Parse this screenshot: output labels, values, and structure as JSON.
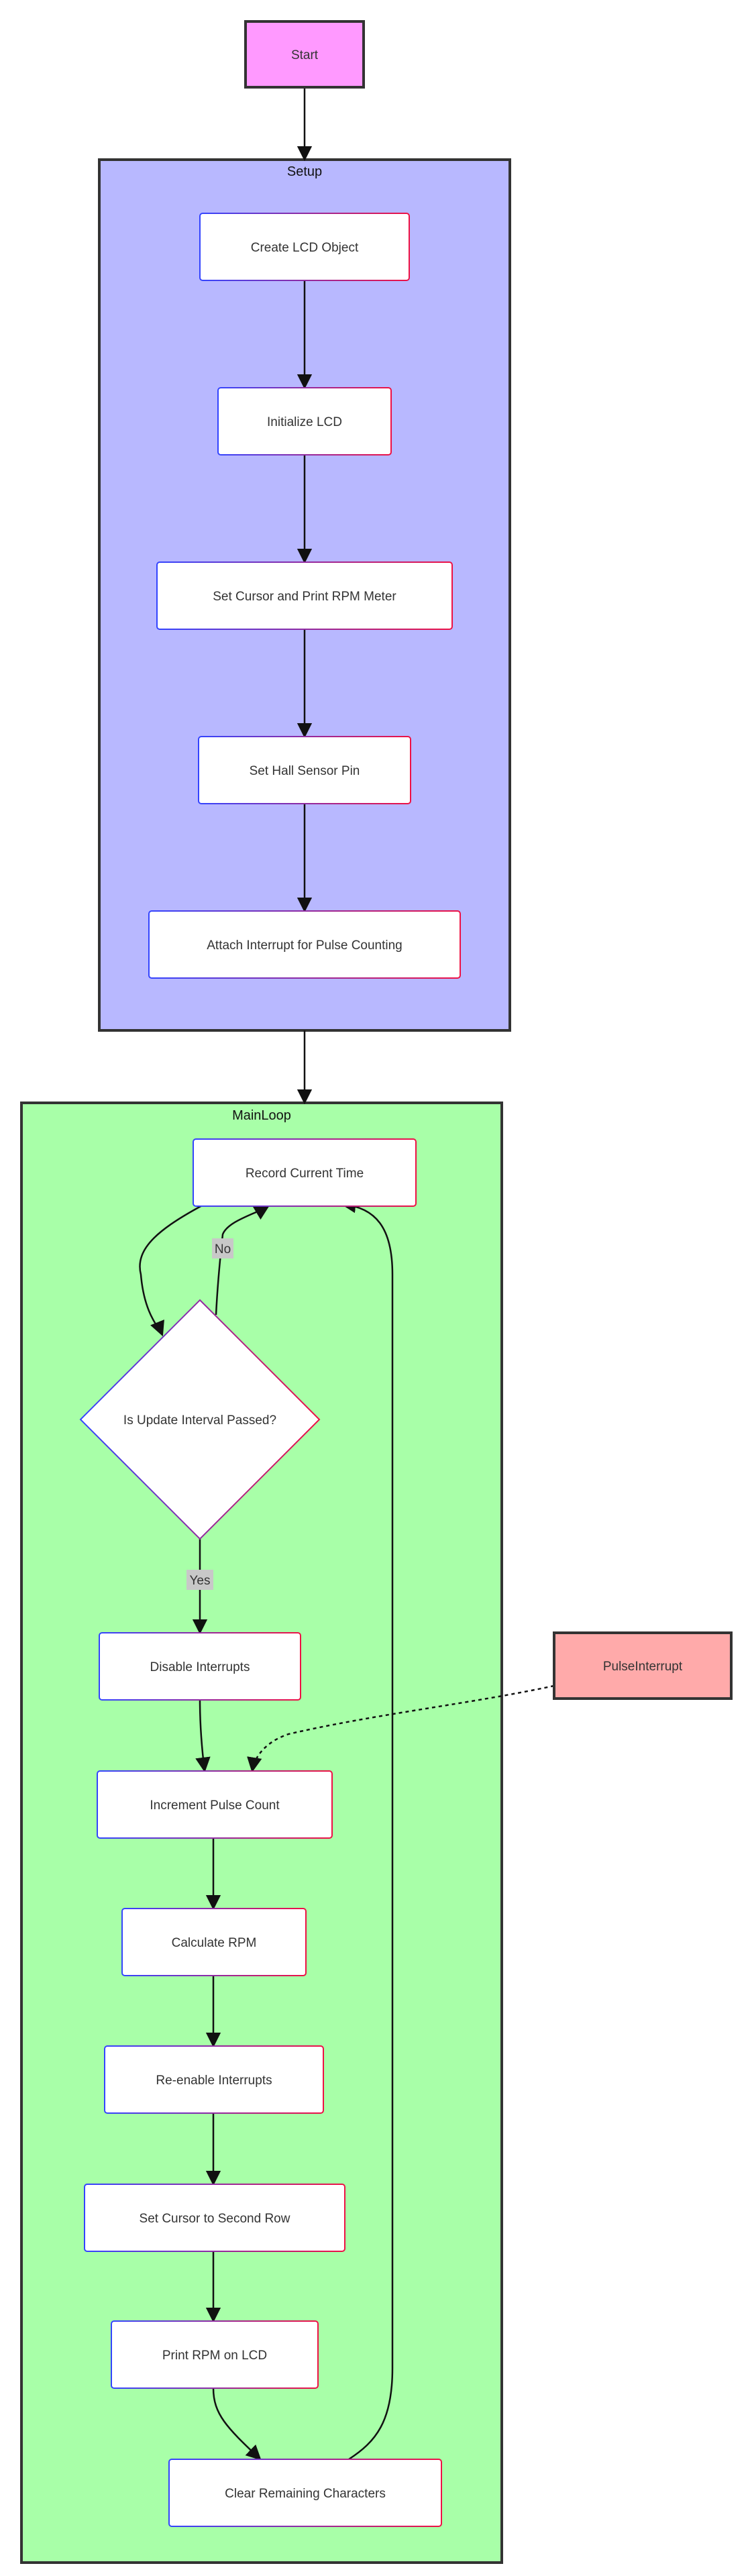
{
  "colors": {
    "start_fill": "#ff99ff",
    "setup_fill": "#b8b8ff",
    "mainloop_fill": "#a8ffa8",
    "pulse_fill": "#ffaaaa",
    "node_fill": "#ffffff",
    "node_stroke_a": "#3344ff",
    "node_stroke_b": "#ee1144",
    "edge_color": "#111111",
    "edge_label_bg": "#c8c8c8"
  },
  "nodes": {
    "start": "Start",
    "pulse_interrupt": "PulseInterrupt",
    "create_lcd": "Create LCD Object",
    "init_lcd": "Initialize LCD",
    "set_cursor_print": "Set Cursor and Print RPM Meter",
    "set_hall_pin": "Set Hall Sensor Pin",
    "attach_interrupt": "Attach Interrupt for Pulse Counting",
    "record_time": "Record Current Time",
    "update_interval": "Is Update Interval Passed?",
    "disable_interrupts": "Disable Interrupts",
    "increment_pulse": "Increment Pulse Count",
    "calculate_rpm": "Calculate RPM",
    "reenable_interrupts": "Re-enable Interrupts",
    "set_cursor_second": "Set Cursor to Second Row",
    "print_rpm": "Print RPM on LCD",
    "clear_chars": "Clear Remaining Characters"
  },
  "clusters": {
    "setup": "Setup",
    "mainloop": "MainLoop"
  },
  "edge_labels": {
    "no": "No",
    "yes": "Yes"
  }
}
